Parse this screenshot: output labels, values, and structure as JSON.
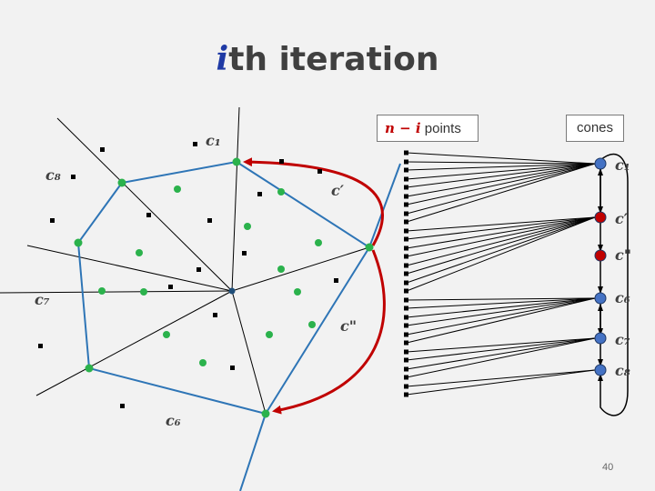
{
  "title": {
    "var": "i",
    "rest": "th iteration"
  },
  "box_npoints": {
    "math": "n − i",
    "text": " points"
  },
  "box_cones": {
    "label": "cones"
  },
  "labels": {
    "c1_left": "c₁",
    "c8_left": "c₈",
    "c7_left": "c₇",
    "c6_left": "c₆",
    "cprime_mid": "c′",
    "cdouble_mid": "c\"",
    "c1_right": "c₁",
    "cprime_right": "c′",
    "cdouble_right": "c\"",
    "c6_right": "c₆",
    "c7_right": "c₇",
    "c8_right": "c₈"
  },
  "page_number": "40",
  "colors": {
    "hull": "#2e75b6",
    "green_point": "#2bb24c",
    "black_point": "#000000",
    "arrow": "#c00000",
    "node_blue": "#4472c4",
    "node_red": "#c00000",
    "line": "#000000"
  }
}
